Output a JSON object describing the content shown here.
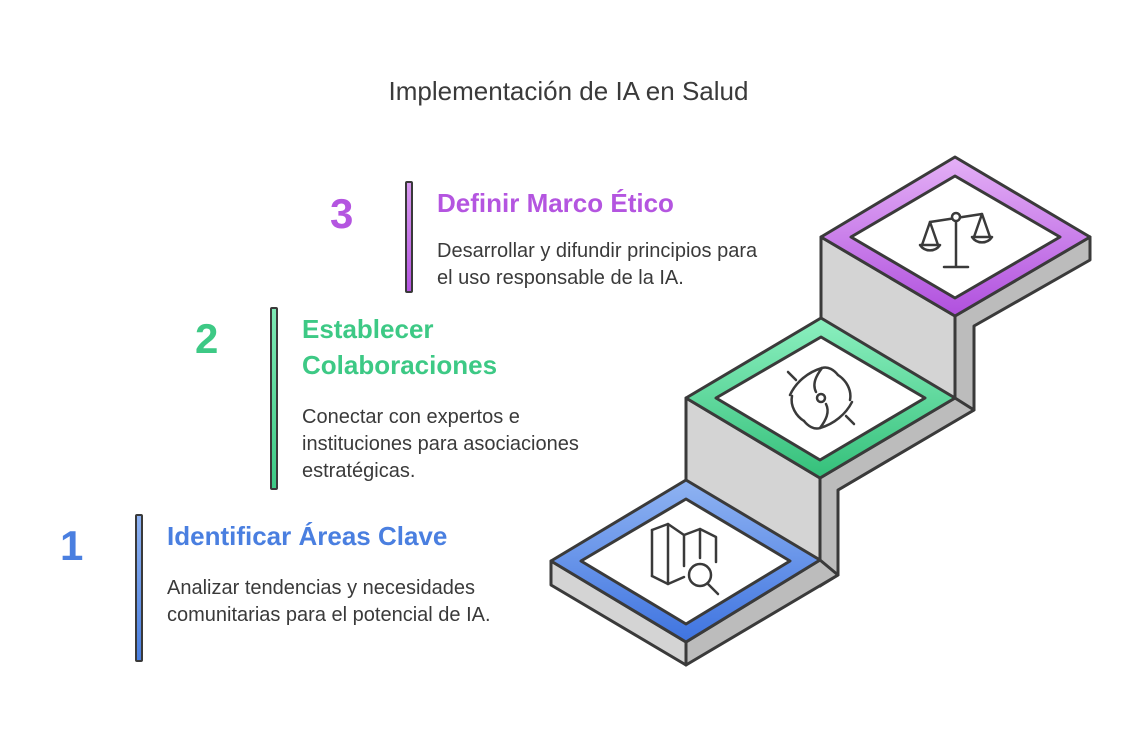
{
  "title": "Implementación de IA en Salud",
  "colors": {
    "step1": "#4a7fe0",
    "step2": "#3dc985",
    "step3": "#b455e0",
    "outline": "#3a3a3a",
    "stair_face": "#d4d4d4"
  },
  "steps": [
    {
      "number": "1",
      "title": "Identificar Áreas Clave",
      "description": "Analizar tendencias y necesidades comunitarias para el potencial de IA.",
      "icon": "map-search-icon"
    },
    {
      "number": "2",
      "title": "Establecer Colaboraciones",
      "description": "Conectar con expertos e instituciones para asociaciones estratégicas.",
      "icon": "handshake-icon"
    },
    {
      "number": "3",
      "title": "Definir Marco Ético",
      "description": "Desarrollar y difundir principios para el uso responsable de la IA.",
      "icon": "scales-icon"
    }
  ]
}
